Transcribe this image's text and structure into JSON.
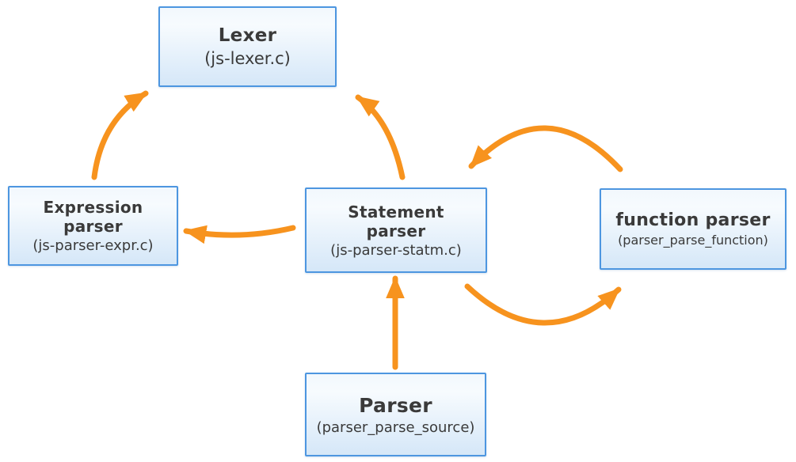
{
  "diagram": {
    "colors": {
      "arrow": "#F7931E",
      "box_border": "#4D96E0",
      "box_fill_top": "#F2F8FD",
      "box_fill_bottom": "#D5E7F8",
      "text": "#3A3A3A"
    },
    "nodes": [
      {
        "id": "lexer",
        "title": "Lexer",
        "subtitle": "(js-lexer.c)"
      },
      {
        "id": "expression-parser",
        "title": "Expression\nparser",
        "subtitle": "(js-parser-expr.c)"
      },
      {
        "id": "statement-parser",
        "title": "Statement\nparser",
        "subtitle": "(js-parser-statm.c)"
      },
      {
        "id": "function-parser",
        "title": "function parser",
        "subtitle": "(parser_parse_function)"
      },
      {
        "id": "parser",
        "title": "Parser",
        "subtitle": "(parser_parse_source)"
      }
    ],
    "edges": [
      {
        "from": "expression-parser",
        "to": "lexer"
      },
      {
        "from": "statement-parser",
        "to": "lexer"
      },
      {
        "from": "statement-parser",
        "to": "expression-parser"
      },
      {
        "from": "function-parser",
        "to": "statement-parser"
      },
      {
        "from": "statement-parser",
        "to": "function-parser"
      },
      {
        "from": "parser",
        "to": "statement-parser"
      }
    ]
  }
}
